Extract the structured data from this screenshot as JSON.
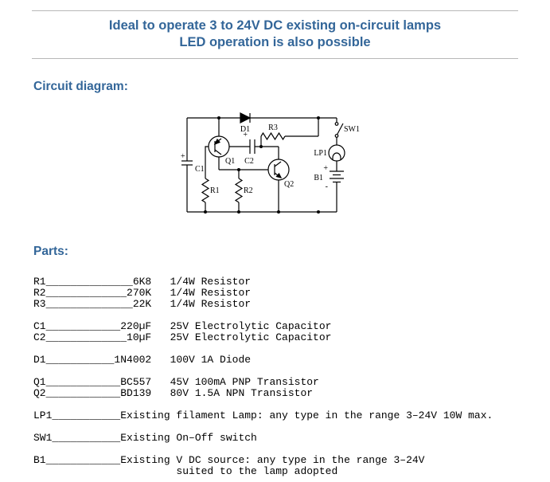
{
  "page": {
    "title_line1": "Ideal to operate 3 to 24V DC existing on-circuit lamps",
    "title_line2": "LED operation is also possible",
    "circuit_heading": "Circuit diagram:",
    "parts_heading": "Parts:"
  },
  "colors": {
    "heading_blue": "#336699",
    "rule_gray": "#b8b8b8",
    "text_black": "#000000"
  },
  "schematic": {
    "labels": {
      "c1": "C1",
      "c1_plus": "+",
      "q1": "Q1",
      "c2": "C2",
      "c2_plus": "+",
      "r3": "R3",
      "d1": "D1",
      "q2": "Q2",
      "r1": "R1",
      "r2": "R2",
      "sw1": "SW1",
      "lp1": "LP1",
      "b1": "B1",
      "b1_plus": "+",
      "b1_minus": "-"
    }
  },
  "parts_list": {
    "lines": [
      "R1______________6K8   1/4W Resistor",
      "R2_____________270K   1/4W Resistor",
      "R3______________22K   1/4W Resistor",
      "",
      "C1____________220µF   25V Electrolytic Capacitor",
      "C2_____________10µF   25V Electrolytic Capacitor",
      "",
      "D1___________1N4002   100V 1A Diode",
      "",
      "Q1____________BC557   45V 100mA PNP Transistor",
      "Q2____________BD139   80V 1.5A NPN Transistor",
      "",
      "LP1___________Existing filament Lamp: any type in the range 3–24V 10W max.",
      "",
      "SW1___________Existing On–Off switch",
      "",
      "B1____________Existing V DC source: any type in the range 3–24V",
      "                       suited to the lamp adopted"
    ]
  }
}
